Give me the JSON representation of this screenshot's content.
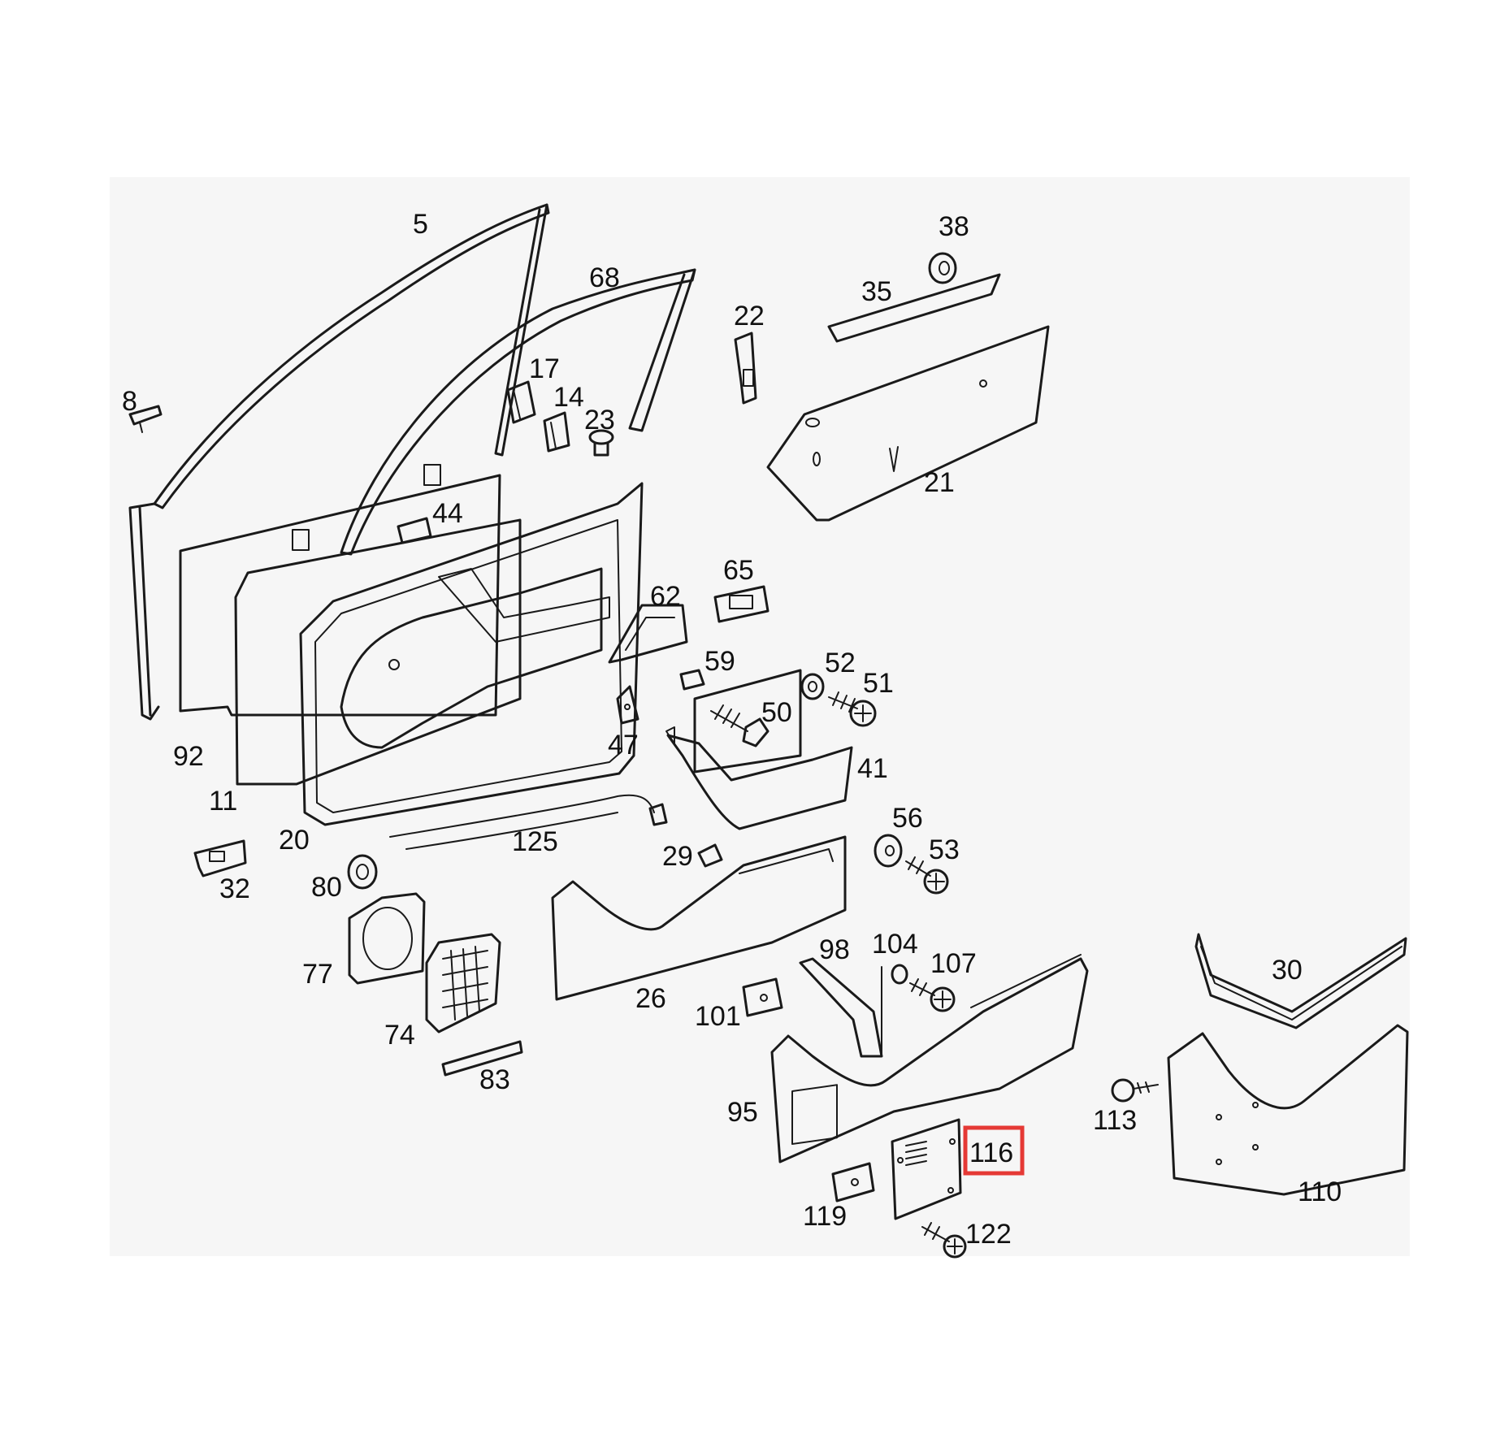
{
  "diagram": {
    "panel_color": "#f6f6f6",
    "line_color": "#1a1a1a",
    "highlight_color": "#e53935",
    "highlighted_label": "116",
    "labels": [
      "5",
      "68",
      "38",
      "35",
      "22",
      "8",
      "17",
      "14",
      "23",
      "21",
      "44",
      "65",
      "62",
      "59",
      "52",
      "51",
      "50",
      "47",
      "41",
      "92",
      "11",
      "20",
      "125",
      "56",
      "53",
      "29",
      "32",
      "80",
      "77",
      "74",
      "83",
      "26",
      "98",
      "104",
      "107",
      "101",
      "30",
      "95",
      "113",
      "110",
      "116",
      "119",
      "122"
    ]
  }
}
